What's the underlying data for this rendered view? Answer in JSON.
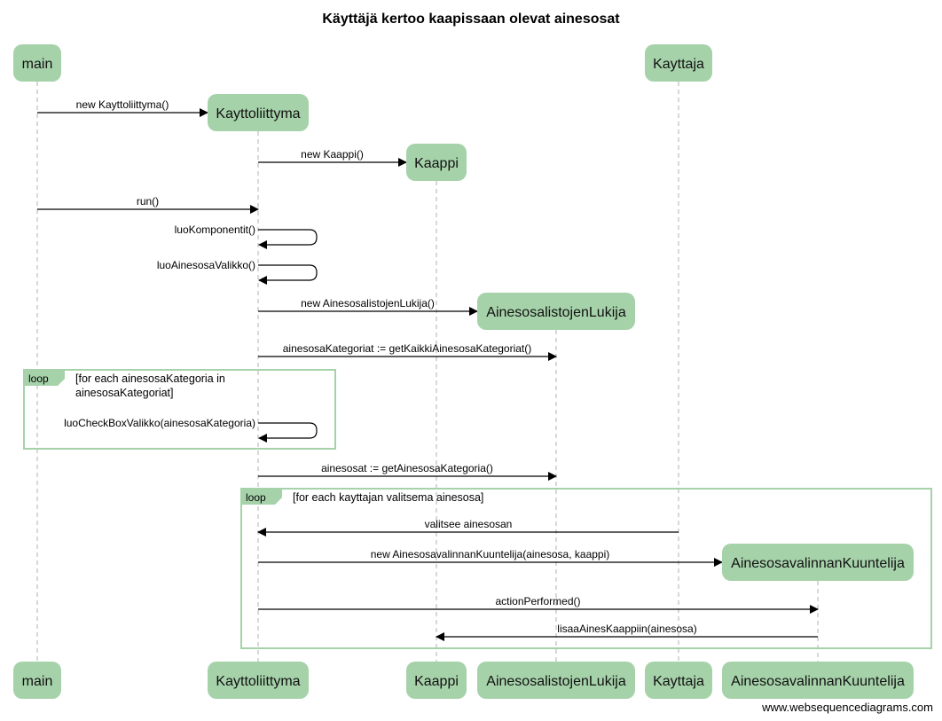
{
  "diagram": {
    "title": "Käyttäjä kertoo kaapissaan olevat ainesosat",
    "watermark": "www.websequencediagrams.com",
    "colors": {
      "box_fill": "#a6d2aa",
      "frame_stroke": "#a6d2aa",
      "lifeline": "#b0b0b0",
      "arrow": "#000000"
    },
    "participants": [
      {
        "id": "main",
        "label": "main"
      },
      {
        "id": "kayttoliittyma",
        "label": "Kayttoliittyma"
      },
      {
        "id": "kaappi",
        "label": "Kaappi"
      },
      {
        "id": "lukija",
        "label": "AinesosalistojenLukija"
      },
      {
        "id": "kayttaja",
        "label": "Kayttaja"
      },
      {
        "id": "kuuntelija",
        "label": "AinesosavalinnanKuuntelija"
      }
    ],
    "messages": [
      {
        "from": "main",
        "to": "kayttoliittyma",
        "label": "new Kayttoliittyma()",
        "create": true
      },
      {
        "from": "kayttoliittyma",
        "to": "kaappi",
        "label": "new Kaappi()",
        "create": true
      },
      {
        "from": "main",
        "to": "kayttoliittyma",
        "label": "run()"
      },
      {
        "from": "kayttoliittyma",
        "to": "kayttoliittyma",
        "label": "luoKomponentit()"
      },
      {
        "from": "kayttoliittyma",
        "to": "kayttoliittyma",
        "label": "luoAinesosaValikko()"
      },
      {
        "from": "kayttoliittyma",
        "to": "lukija",
        "label": "new AinesosalistojenLukija()",
        "create": true
      },
      {
        "from": "kayttoliittyma",
        "to": "lukija",
        "label": "ainesosaKategoriat := getKaikkiAinesosaKategoriat()"
      },
      {
        "from": "kayttoliittyma",
        "to": "kayttoliittyma",
        "label": "luoCheckBoxValikko(ainesosaKategoria)"
      },
      {
        "from": "kayttoliittyma",
        "to": "lukija",
        "label": "ainesosat := getAinesosaKategoria()"
      },
      {
        "from": "kayttaja",
        "to": "kayttoliittyma",
        "label": "valitsee ainesosan"
      },
      {
        "from": "kayttoliittyma",
        "to": "kuuntelija",
        "label": "new AinesosavalinnanKuuntelija(ainesosa, kaappi)",
        "create": true
      },
      {
        "from": "kayttoliittyma",
        "to": "kuuntelija",
        "label": "actionPerformed()"
      },
      {
        "from": "kuuntelija",
        "to": "kaappi",
        "label": "lisaaAinesKaappiin(ainesosa)"
      }
    ],
    "frames": [
      {
        "kind": "loop",
        "condition_lines": [
          "[for each ainesosaKategoria in",
          "ainesosaKategoriat]"
        ]
      },
      {
        "kind": "loop",
        "condition_lines": [
          "[for each kayttajan valitsema ainesosa]"
        ]
      }
    ]
  }
}
